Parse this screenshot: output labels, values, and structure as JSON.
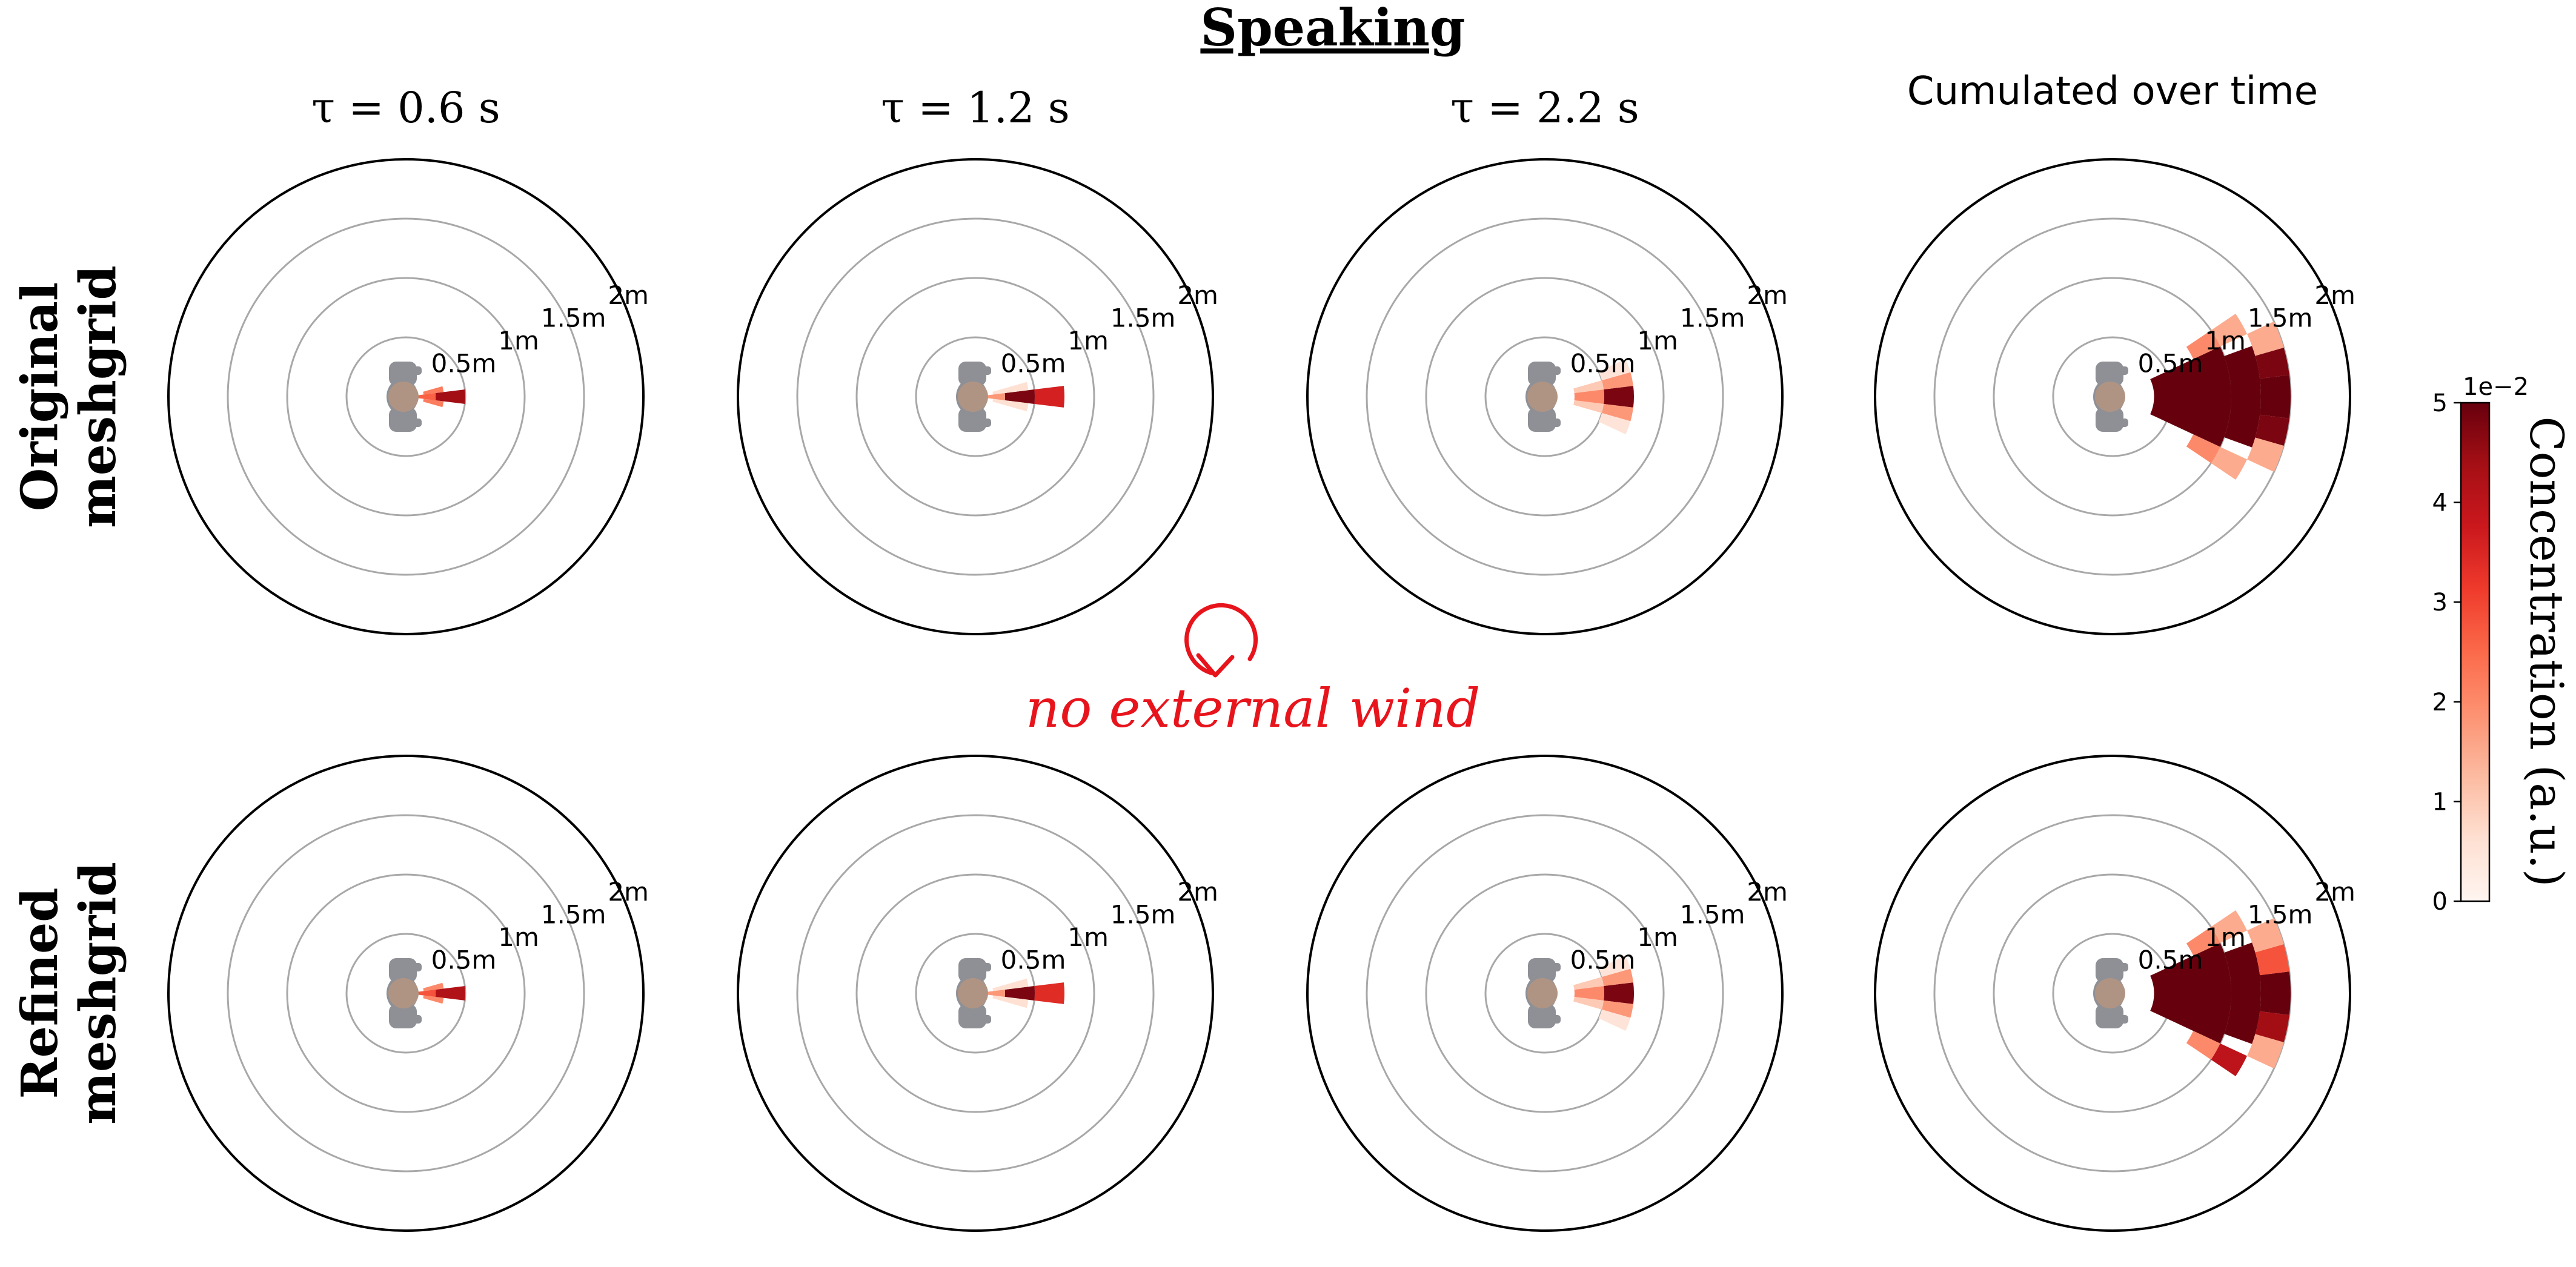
{
  "figure": {
    "title": "Speaking",
    "column_titles": [
      "τ = 0.6 s",
      "τ = 1.2 s",
      "τ = 2.2 s",
      "Cumulated over time"
    ],
    "row_labels": [
      [
        "Original",
        "meshgrid"
      ],
      [
        "Refined",
        "meshgrid"
      ]
    ],
    "annotation": "no external wind",
    "colorbar": {
      "label": "Concentration (a.u.)",
      "multiplier": "1e−2",
      "ticks": [
        "0",
        "1",
        "2",
        "3",
        "4",
        "5"
      ],
      "range": [
        0,
        5
      ],
      "colormap": "Reds"
    },
    "colors": {
      "annotation": "#e8141c",
      "person_body": "#8e9096",
      "person_head": "#b09483",
      "circle_outer": "#000000",
      "circle_inner": "#a8a8a8"
    }
  },
  "chart_data": [
    {
      "type": "polar-sector",
      "panel": "Original meshgrid, τ = 0.6 s",
      "radial_tick_labels": [
        "0.5m",
        "1m",
        "1.5m",
        "2m"
      ],
      "rlim": [
        0,
        2
      ],
      "sectors": [
        {
          "theta": [
            -7,
            7
          ],
          "r": [
            0.25,
            0.5
          ],
          "c": 4.4
        },
        {
          "theta": [
            7,
            16
          ],
          "r": [
            0.15,
            0.32
          ],
          "c": 2.2
        },
        {
          "theta": [
            -16,
            -7
          ],
          "r": [
            0.15,
            0.32
          ],
          "c": 2.2
        },
        {
          "theta": [
            -7,
            7
          ],
          "r": [
            0.1,
            0.25
          ],
          "c": 2.6
        }
      ]
    },
    {
      "type": "polar-sector",
      "panel": "Original meshgrid, τ = 1.2 s",
      "radial_tick_labels": [
        "0.5m",
        "1m",
        "1.5m",
        "2m"
      ],
      "rlim": [
        0,
        2
      ],
      "sectors": [
        {
          "theta": [
            -7,
            7
          ],
          "r": [
            0.5,
            0.75
          ],
          "c": 3.6
        },
        {
          "theta": [
            -7,
            7
          ],
          "r": [
            0.25,
            0.5
          ],
          "c": 4.8
        },
        {
          "theta": [
            7,
            16
          ],
          "r": [
            0.15,
            0.45
          ],
          "c": 0.6
        },
        {
          "theta": [
            -16,
            -7
          ],
          "r": [
            0.15,
            0.45
          ],
          "c": 0.6
        },
        {
          "theta": [
            -7,
            7
          ],
          "r": [
            0.1,
            0.25
          ],
          "c": 1.8
        }
      ]
    },
    {
      "type": "polar-sector",
      "panel": "Original meshgrid, τ = 2.2 s",
      "radial_tick_labels": [
        "0.5m",
        "1m",
        "1.5m",
        "2m"
      ],
      "rlim": [
        0,
        2
      ],
      "sectors": [
        {
          "theta": [
            -7,
            7
          ],
          "r": [
            0.5,
            0.75
          ],
          "c": 4.8
        },
        {
          "theta": [
            -7,
            7
          ],
          "r": [
            0.25,
            0.5
          ],
          "c": 2.0
        },
        {
          "theta": [
            7,
            16
          ],
          "r": [
            0.25,
            0.5
          ],
          "c": 1.0
        },
        {
          "theta": [
            -16,
            -7
          ],
          "r": [
            0.25,
            0.5
          ],
          "c": 1.0
        },
        {
          "theta": [
            7,
            16
          ],
          "r": [
            0.5,
            0.75
          ],
          "c": 1.8
        },
        {
          "theta": [
            -16,
            -7
          ],
          "r": [
            0.5,
            0.75
          ],
          "c": 1.8
        },
        {
          "theta": [
            16,
            25
          ],
          "r": [
            0.5,
            0.75
          ],
          "c": 0.5
        },
        {
          "theta": [
            -25,
            -16
          ],
          "r": [
            0.5,
            0.75
          ],
          "c": 0.5
        }
      ]
    },
    {
      "type": "polar-sector",
      "panel": "Original meshgrid, Cumulated over time",
      "radial_tick_labels": [
        "0.5m",
        "1m",
        "1.5m",
        "2m"
      ],
      "rlim": [
        0,
        2
      ],
      "sectors": [
        {
          "theta": [
            -25,
            25
          ],
          "r": [
            0.35,
            1.0
          ],
          "c": 5.0
        },
        {
          "theta": [
            -20,
            20
          ],
          "r": [
            1.0,
            1.25
          ],
          "c": 5.0
        },
        {
          "theta": [
            -7,
            7
          ],
          "r": [
            1.25,
            1.5
          ],
          "c": 5.0
        },
        {
          "theta": [
            7,
            16
          ],
          "r": [
            1.25,
            1.5
          ],
          "c": 4.8
        },
        {
          "theta": [
            -16,
            -7
          ],
          "r": [
            1.25,
            1.5
          ],
          "c": 4.8
        },
        {
          "theta": [
            16,
            25
          ],
          "r": [
            1.25,
            1.5
          ],
          "c": 1.5
        },
        {
          "theta": [
            -25,
            -16
          ],
          "r": [
            1.25,
            1.5
          ],
          "c": 1.5
        },
        {
          "theta": [
            25,
            34
          ],
          "r": [
            1.0,
            1.25
          ],
          "c": 1.5
        },
        {
          "theta": [
            -34,
            -25
          ],
          "r": [
            1.0,
            1.25
          ],
          "c": 1.5
        },
        {
          "theta": [
            25,
            34
          ],
          "r": [
            0.75,
            1.0
          ],
          "c": 2.0
        },
        {
          "theta": [
            -34,
            -25
          ],
          "r": [
            0.75,
            1.0
          ],
          "c": 2.0
        }
      ]
    },
    {
      "type": "polar-sector",
      "panel": "Refined meshgrid, τ = 0.6 s",
      "radial_tick_labels": [
        "0.5m",
        "1m",
        "1.5m",
        "2m"
      ],
      "rlim": [
        0,
        2
      ],
      "sectors": [
        {
          "theta": [
            -7,
            7
          ],
          "r": [
            0.25,
            0.5
          ],
          "c": 4.2
        },
        {
          "theta": [
            7,
            16
          ],
          "r": [
            0.15,
            0.32
          ],
          "c": 2.0
        },
        {
          "theta": [
            -16,
            -7
          ],
          "r": [
            0.15,
            0.32
          ],
          "c": 2.0
        },
        {
          "theta": [
            -7,
            7
          ],
          "r": [
            0.1,
            0.25
          ],
          "c": 2.8
        }
      ]
    },
    {
      "type": "polar-sector",
      "panel": "Refined meshgrid, τ = 1.2 s",
      "radial_tick_labels": [
        "0.5m",
        "1m",
        "1.5m",
        "2m"
      ],
      "rlim": [
        0,
        2
      ],
      "sectors": [
        {
          "theta": [
            -7,
            7
          ],
          "r": [
            0.5,
            0.75
          ],
          "c": 3.4
        },
        {
          "theta": [
            -7,
            7
          ],
          "r": [
            0.25,
            0.5
          ],
          "c": 4.8
        },
        {
          "theta": [
            7,
            16
          ],
          "r": [
            0.15,
            0.45
          ],
          "c": 0.6
        },
        {
          "theta": [
            -16,
            -7
          ],
          "r": [
            0.15,
            0.45
          ],
          "c": 0.6
        },
        {
          "theta": [
            -7,
            7
          ],
          "r": [
            0.1,
            0.25
          ],
          "c": 1.8
        }
      ]
    },
    {
      "type": "polar-sector",
      "panel": "Refined meshgrid, τ = 2.2 s",
      "radial_tick_labels": [
        "0.5m",
        "1m",
        "1.5m",
        "2m"
      ],
      "rlim": [
        0,
        2
      ],
      "sectors": [
        {
          "theta": [
            -7,
            7
          ],
          "r": [
            0.5,
            0.75
          ],
          "c": 4.8
        },
        {
          "theta": [
            -7,
            7
          ],
          "r": [
            0.25,
            0.5
          ],
          "c": 2.0
        },
        {
          "theta": [
            7,
            16
          ],
          "r": [
            0.25,
            0.5
          ],
          "c": 1.0
        },
        {
          "theta": [
            -16,
            -7
          ],
          "r": [
            0.25,
            0.5
          ],
          "c": 1.0
        },
        {
          "theta": [
            7,
            16
          ],
          "r": [
            0.5,
            0.75
          ],
          "c": 1.8
        },
        {
          "theta": [
            -16,
            -7
          ],
          "r": [
            0.5,
            0.75
          ],
          "c": 1.8
        },
        {
          "theta": [
            16,
            25
          ],
          "r": [
            0.5,
            0.75
          ],
          "c": 0.5
        },
        {
          "theta": [
            -25,
            -16
          ],
          "r": [
            0.5,
            0.75
          ],
          "c": 0.5
        }
      ]
    },
    {
      "type": "polar-sector",
      "panel": "Refined meshgrid, Cumulated over time",
      "radial_tick_labels": [
        "0.5m",
        "1m",
        "1.5m",
        "2m"
      ],
      "rlim": [
        0,
        2
      ],
      "sectors": [
        {
          "theta": [
            -25,
            25
          ],
          "r": [
            0.35,
            1.0
          ],
          "c": 5.0
        },
        {
          "theta": [
            -20,
            20
          ],
          "r": [
            1.0,
            1.25
          ],
          "c": 5.0
        },
        {
          "theta": [
            -7,
            7
          ],
          "r": [
            1.25,
            1.5
          ],
          "c": 5.0
        },
        {
          "theta": [
            7,
            16
          ],
          "r": [
            1.25,
            1.5
          ],
          "c": 2.8
        },
        {
          "theta": [
            -16,
            -7
          ],
          "r": [
            1.25,
            1.5
          ],
          "c": 4.4
        },
        {
          "theta": [
            16,
            25
          ],
          "r": [
            1.25,
            1.5
          ],
          "c": 1.5
        },
        {
          "theta": [
            -25,
            -16
          ],
          "r": [
            1.25,
            1.5
          ],
          "c": 1.5
        },
        {
          "theta": [
            25,
            34
          ],
          "r": [
            1.0,
            1.25
          ],
          "c": 1.5
        },
        {
          "theta": [
            -34,
            -25
          ],
          "r": [
            1.0,
            1.25
          ],
          "c": 4.0
        },
        {
          "theta": [
            25,
            34
          ],
          "r": [
            0.75,
            1.0
          ],
          "c": 2.0
        },
        {
          "theta": [
            -34,
            -25
          ],
          "r": [
            0.75,
            1.0
          ],
          "c": 2.0
        }
      ]
    }
  ]
}
